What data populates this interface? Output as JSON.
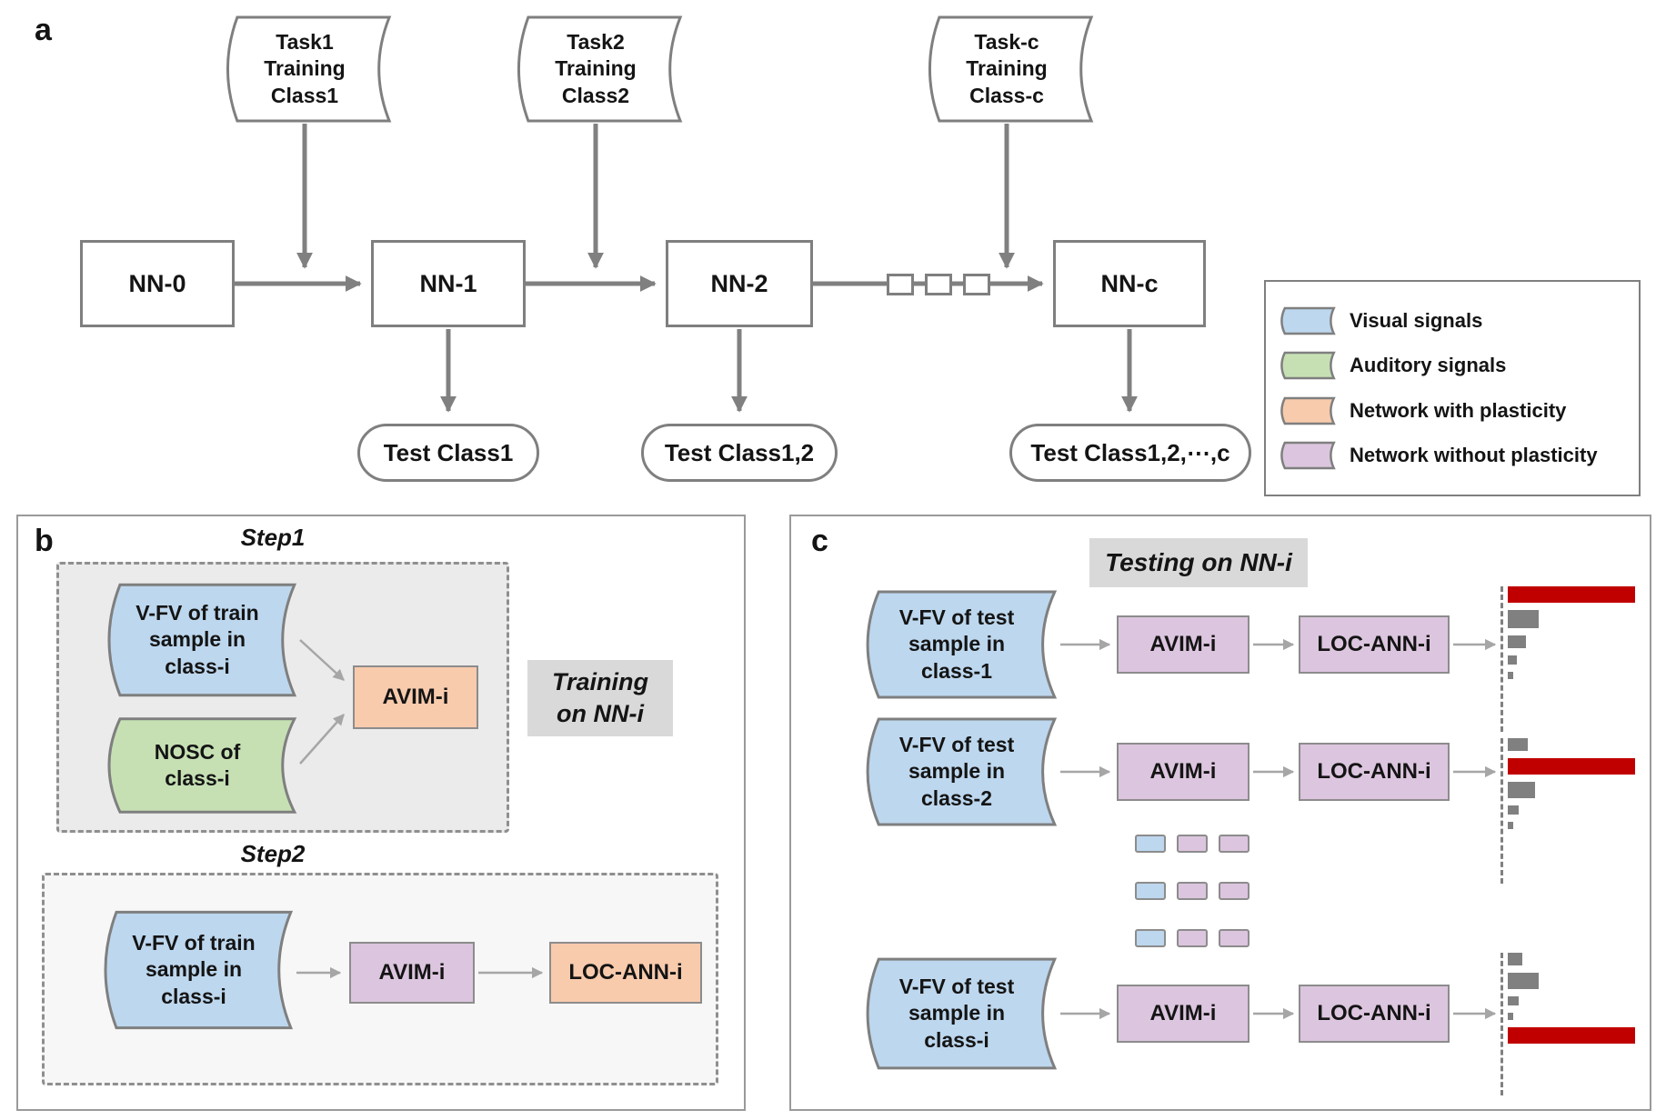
{
  "colors": {
    "visual_blue": "#bdd7ee",
    "auditory_green": "#c6e0b4",
    "plastic_orange": "#f8cbad",
    "frozen_purple": "#dcc5de",
    "result_red": "#c00000",
    "bar_gray": "#808080",
    "arrow_gray": "#808080",
    "thin_arrow_gray": "#a6a6a6",
    "border_gray": "#7f7f7f",
    "label_bg_gray": "#d9d9d9",
    "step_fill_gray": "#ebebeb"
  },
  "panel_a": {
    "label": "a",
    "nn_boxes": [
      {
        "label": "NN-0"
      },
      {
        "label": "NN-1"
      },
      {
        "label": "NN-2"
      },
      {
        "label": "NN-c"
      }
    ],
    "task_shapes": [
      {
        "label": "Task1\nTraining\nClass1"
      },
      {
        "label": "Task2\nTraining\nClass2"
      },
      {
        "label": "Task-c\nTraining\nClass-c"
      }
    ],
    "test_nodes": [
      {
        "label": "Test Class1"
      },
      {
        "label": "Test Class1,2"
      },
      {
        "label": "Test Class1,2,⋯,c"
      }
    ],
    "legend": {
      "items": [
        {
          "label": "Visual signals"
        },
        {
          "label": "Auditory signals"
        },
        {
          "label": "Network with plasticity"
        },
        {
          "label": "Network without plasticity"
        }
      ]
    }
  },
  "panel_b": {
    "label": "b",
    "step1": {
      "title": "Step1",
      "visual_input": "V-FV of train\nsample in\nclass-i",
      "audio_input": "NOSC of\nclass-i",
      "avim": "AVIM-i"
    },
    "training_label": "Training\non NN-i",
    "step2": {
      "title": "Step2",
      "visual_input": "V-FV of train\nsample in\nclass-i",
      "avim": "AVIM-i",
      "loc_ann": "LOC-ANN-i"
    }
  },
  "panel_c": {
    "label": "c",
    "testing_label": "Testing on NN-i",
    "rows": [
      {
        "input": "V-FV of test\nsample in\nclass-1",
        "avim": "AVIM-i",
        "loc_ann": "LOC-ANN-i"
      },
      {
        "input": "V-FV of test\nsample in\nclass-2",
        "avim": "AVIM-i",
        "loc_ann": "LOC-ANN-i"
      },
      {
        "input": "V-FV of test\nsample in\nclass-i",
        "avim": "AVIM-i",
        "loc_ann": "LOC-ANN-i"
      }
    ],
    "charts": [
      {
        "bars": [
          {
            "w": 140,
            "h": 18,
            "color": "red"
          },
          {
            "w": 34,
            "h": 20,
            "color": "gray"
          },
          {
            "w": 20,
            "h": 14,
            "color": "gray"
          },
          {
            "w": 10,
            "h": 10,
            "color": "gray"
          },
          {
            "w": 6,
            "h": 8,
            "color": "gray"
          }
        ]
      },
      {
        "bars": [
          {
            "w": 22,
            "h": 14,
            "color": "gray"
          },
          {
            "w": 140,
            "h": 18,
            "color": "red"
          },
          {
            "w": 30,
            "h": 18,
            "color": "gray"
          },
          {
            "w": 12,
            "h": 10,
            "color": "gray"
          },
          {
            "w": 6,
            "h": 8,
            "color": "gray"
          }
        ]
      },
      {
        "bars": [
          {
            "w": 16,
            "h": 14,
            "color": "gray"
          },
          {
            "w": 34,
            "h": 18,
            "color": "gray"
          },
          {
            "w": 12,
            "h": 10,
            "color": "gray"
          },
          {
            "w": 6,
            "h": 8,
            "color": "gray"
          },
          {
            "w": 140,
            "h": 18,
            "color": "red"
          }
        ]
      }
    ]
  }
}
